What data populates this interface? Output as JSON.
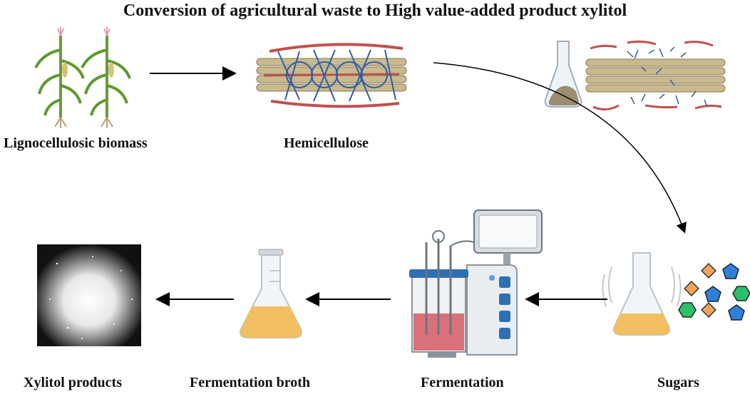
{
  "title": "Conversion of agricultural waste to High value-added product xylitol",
  "steps": {
    "biomass": "Lignocellulosic biomass",
    "hemicellulose": "Hemicellulose",
    "sugars": "Sugars",
    "fermentation": "Fermentation",
    "broth": "Fermentation broth",
    "products": "Xylitol products"
  },
  "colors": {
    "lignin": "#c0504d",
    "cellulose": "#c9b98e",
    "hemicellulose": "#2e5da8",
    "broth": "#f2c063",
    "bioreactor_liquid": "#d9707a"
  },
  "icons": [
    "corn-plant-icon",
    "fiber-bundle-icon",
    "flask-icon",
    "bioreactor-icon",
    "sugar-molecules-icon",
    "xylitol-powder-icon"
  ]
}
